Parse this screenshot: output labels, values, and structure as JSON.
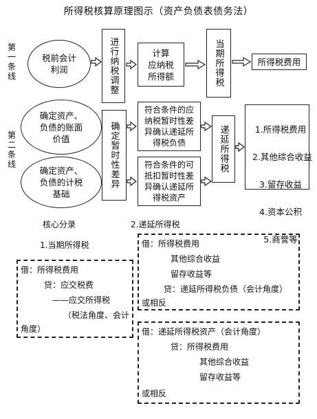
{
  "title": "所得税核算原理图示（资产负债表债务法）",
  "first_line_label": "第一条线",
  "second_line_label": "第二条线",
  "ellipses": {
    "pretax_profit": "税前会计\n利润",
    "book_value": "确定资产、\n负债的账面\n价值",
    "tax_base": "确定资产、\n负债的计税\n基础"
  },
  "boxes": {
    "tax_adjust": "进行纳税调整",
    "calc_tax": "计算\n应纳税\n所得额",
    "current_tax": "当期所得税",
    "income_tax_expense": "所得税费用",
    "temp_diff": "确定暂时性差异",
    "deferred_liab": "符合条件的应\n纳税暂时性差\n异确认递延所\n得税负债",
    "deferred_asset": "符合条件的可\n抵扣暂时性差\n异确认递延所\n得税资产",
    "deferred_tax": "递延所得税"
  },
  "result_list": [
    "1.所得税费用",
    "2.其他综合收益",
    "3.留存收益",
    "4.资本公积",
    "5.商誉等"
  ],
  "core_entries": "核心分录",
  "left_heading": "1.当期所得税",
  "right_heading": "2.递延所得税",
  "left_entry": {
    "debit": "借：所得税费用",
    "credit": "贷：应交税费",
    "sub": "——应交所得税",
    "note1": "（税法角度、会计",
    "note2": "角度）"
  },
  "right_entry_1": {
    "debit": "借：所得税费用",
    "l2": "其他综合收益",
    "l3": "留存收益等",
    "credit": "贷：递延所得税负债（会计角度）",
    "reverse": "或相反"
  },
  "right_entry_2": {
    "debit": "借：递延所得税资产（会计角度）",
    "credit": "贷：所得税费用",
    "l3": "其他综合收益",
    "l4": "留存收益等",
    "reverse": "或相反"
  },
  "colors": {
    "line": "#222222",
    "background": "#ffffff"
  }
}
